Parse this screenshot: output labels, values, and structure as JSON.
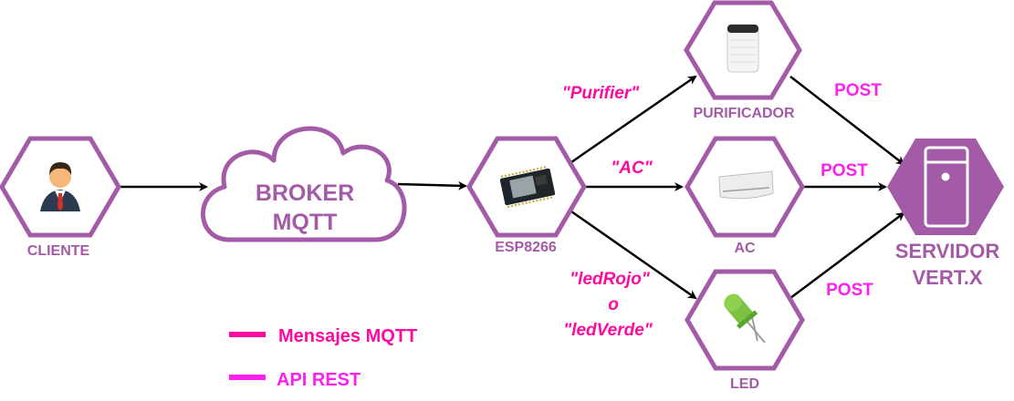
{
  "colors": {
    "frame": "#a35aa7",
    "frame_fill": "#ffffff",
    "mqtt": "#ff0aa0",
    "rest": "#ff1fee",
    "arrow": "#000000"
  },
  "nodes": {
    "cliente": {
      "label": "CLIENTE",
      "icon": "user-icon"
    },
    "broker": {
      "label_line1": "BROKER",
      "label_line2": "MQTT",
      "icon": "cloud-icon"
    },
    "esp": {
      "label": "ESP8266",
      "icon": "microcontroller-board-icon"
    },
    "purificador": {
      "label": "PURIFICADOR",
      "icon": "air-purifier-icon"
    },
    "ac": {
      "label": "AC",
      "icon": "air-conditioner-icon"
    },
    "led": {
      "label": "LED",
      "icon": "led-icon"
    },
    "servidor": {
      "label_line1": "SERVIDOR",
      "label_line2": "VERT.X",
      "icon": "server-icon"
    }
  },
  "edges": {
    "purifier": "\"Purifier\"",
    "ac": "\"AC\"",
    "led_line1": "\"ledRojo\"",
    "led_line2": "o",
    "led_line3": "\"ledVerde\"",
    "post_purificador": "POST",
    "post_ac": "POST",
    "post_led": "POST"
  },
  "legend": {
    "mqtt": "Mensajes MQTT",
    "rest": "API REST"
  }
}
